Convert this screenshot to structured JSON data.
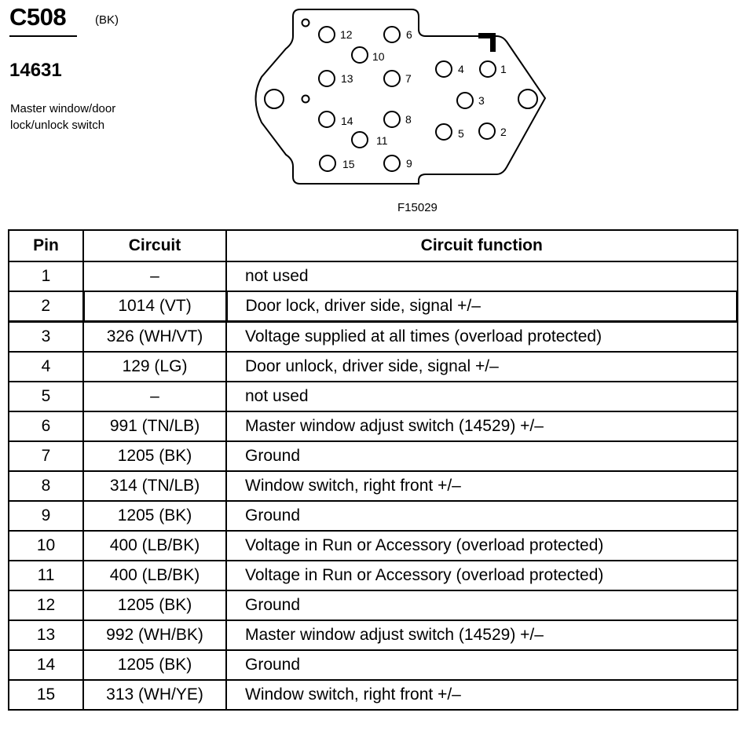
{
  "header": {
    "connector_code": "C508",
    "connector_color": "(BK)",
    "part_number": "14631",
    "description": "Master window/door lock/unlock switch",
    "figure_id": "F15029"
  },
  "connector": {
    "pin_labels": [
      "1",
      "2",
      "3",
      "4",
      "5",
      "6",
      "7",
      "8",
      "9",
      "10",
      "11",
      "12",
      "13",
      "14",
      "15"
    ]
  },
  "table": {
    "headers": {
      "pin": "Pin",
      "circuit": "Circuit",
      "function": "Circuit function"
    },
    "rows": [
      {
        "pin": "1",
        "circuit": "–",
        "function": "not used"
      },
      {
        "pin": "2",
        "circuit": "1014 (VT)",
        "function": "Door lock, driver side, signal +/–"
      },
      {
        "pin": "3",
        "circuit": "326 (WH/VT)",
        "function": "Voltage supplied at all times (overload protected)"
      },
      {
        "pin": "4",
        "circuit": "129 (LG)",
        "function": "Door unlock, driver side, signal +/–"
      },
      {
        "pin": "5",
        "circuit": "–",
        "function": "not used"
      },
      {
        "pin": "6",
        "circuit": "991 (TN/LB)",
        "function": "Master window adjust switch (14529) +/–"
      },
      {
        "pin": "7",
        "circuit": "1205 (BK)",
        "function": "Ground"
      },
      {
        "pin": "8",
        "circuit": "314 (TN/LB)",
        "function": "Window switch, right front +/–"
      },
      {
        "pin": "9",
        "circuit": "1205 (BK)",
        "function": "Ground"
      },
      {
        "pin": "10",
        "circuit": "400 (LB/BK)",
        "function": "Voltage in Run or Accessory (overload protected)"
      },
      {
        "pin": "11",
        "circuit": "400 (LB/BK)",
        "function": "Voltage in Run or Accessory (overload protected)"
      },
      {
        "pin": "12",
        "circuit": "1205 (BK)",
        "function": "Ground"
      },
      {
        "pin": "13",
        "circuit": "992 (WH/BK)",
        "function": "Master window adjust switch (14529) +/–"
      },
      {
        "pin": "14",
        "circuit": "1205 (BK)",
        "function": "Ground"
      },
      {
        "pin": "15",
        "circuit": "313 (WH/YE)",
        "function": "Window switch, right front +/–"
      }
    ]
  }
}
